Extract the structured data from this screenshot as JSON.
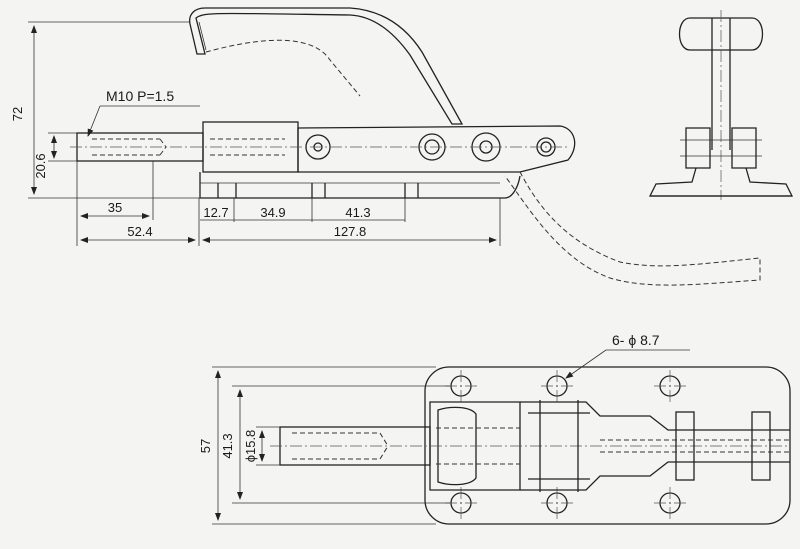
{
  "thread_label": "M10  P=1.5",
  "holes_label": "6- ϕ 8.7",
  "side_view_dims": {
    "height_72": "72",
    "height_20_6": "20.6",
    "len_35": "35",
    "len_52_4": "52.4",
    "len_12_7": "12.7",
    "len_34_9": "34.9",
    "len_41_3": "41.3",
    "len_127_8": "127.8"
  },
  "plan_view_dims": {
    "width_57": "57",
    "width_41_3": "41.3",
    "dia_15_8": "ϕ15.8"
  }
}
